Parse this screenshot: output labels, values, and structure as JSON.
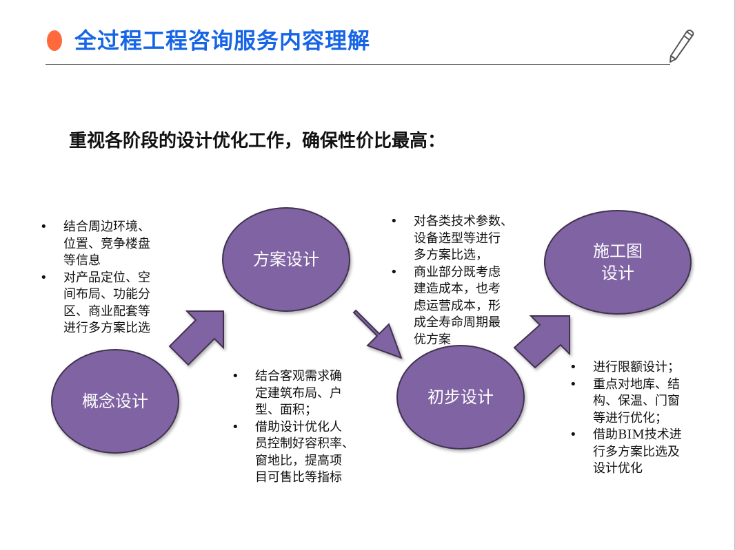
{
  "header": {
    "title": "全过程工程咨询服务内容理解",
    "accent_color": "#1565e6",
    "dot_color": "#ff6a3d",
    "icon": "pen-icon"
  },
  "subtitle": "重视各阶段的设计优化工作，确保性价比最高：",
  "diagram": {
    "node_color": "#8064a2",
    "stages": [
      {
        "label": "概念设计"
      },
      {
        "label": "方案设计"
      },
      {
        "label": "初步设计"
      },
      {
        "label": "施工图\n设计"
      }
    ],
    "notes": {
      "concept": [
        "结合周边环境、\n位置、竞争楼盘\n等信息",
        "对产品定位、空\n间布局、功能分\n区、商业配套等\n进行多方案比选"
      ],
      "scheme": [
        "结合客观需求确\n定建筑布局、户\n型、面积；",
        "借助设计优化人\n员控制好容积率、\n窗地比，提高项\n目可售比等指标"
      ],
      "preliminary": [
        "对各类技术参数、\n设备选型等进行\n多方案比选，",
        "商业部分既考虑\n建造成本，也考\n虑运营成本，形\n成全寿命周期最\n优方案"
      ],
      "construction": [
        "进行限额设计；",
        "重点对地库、结\n构、保温、门窗\n等进行优化；",
        "借助BIM技术进\n行多方案比选及\n设计优化"
      ]
    }
  }
}
